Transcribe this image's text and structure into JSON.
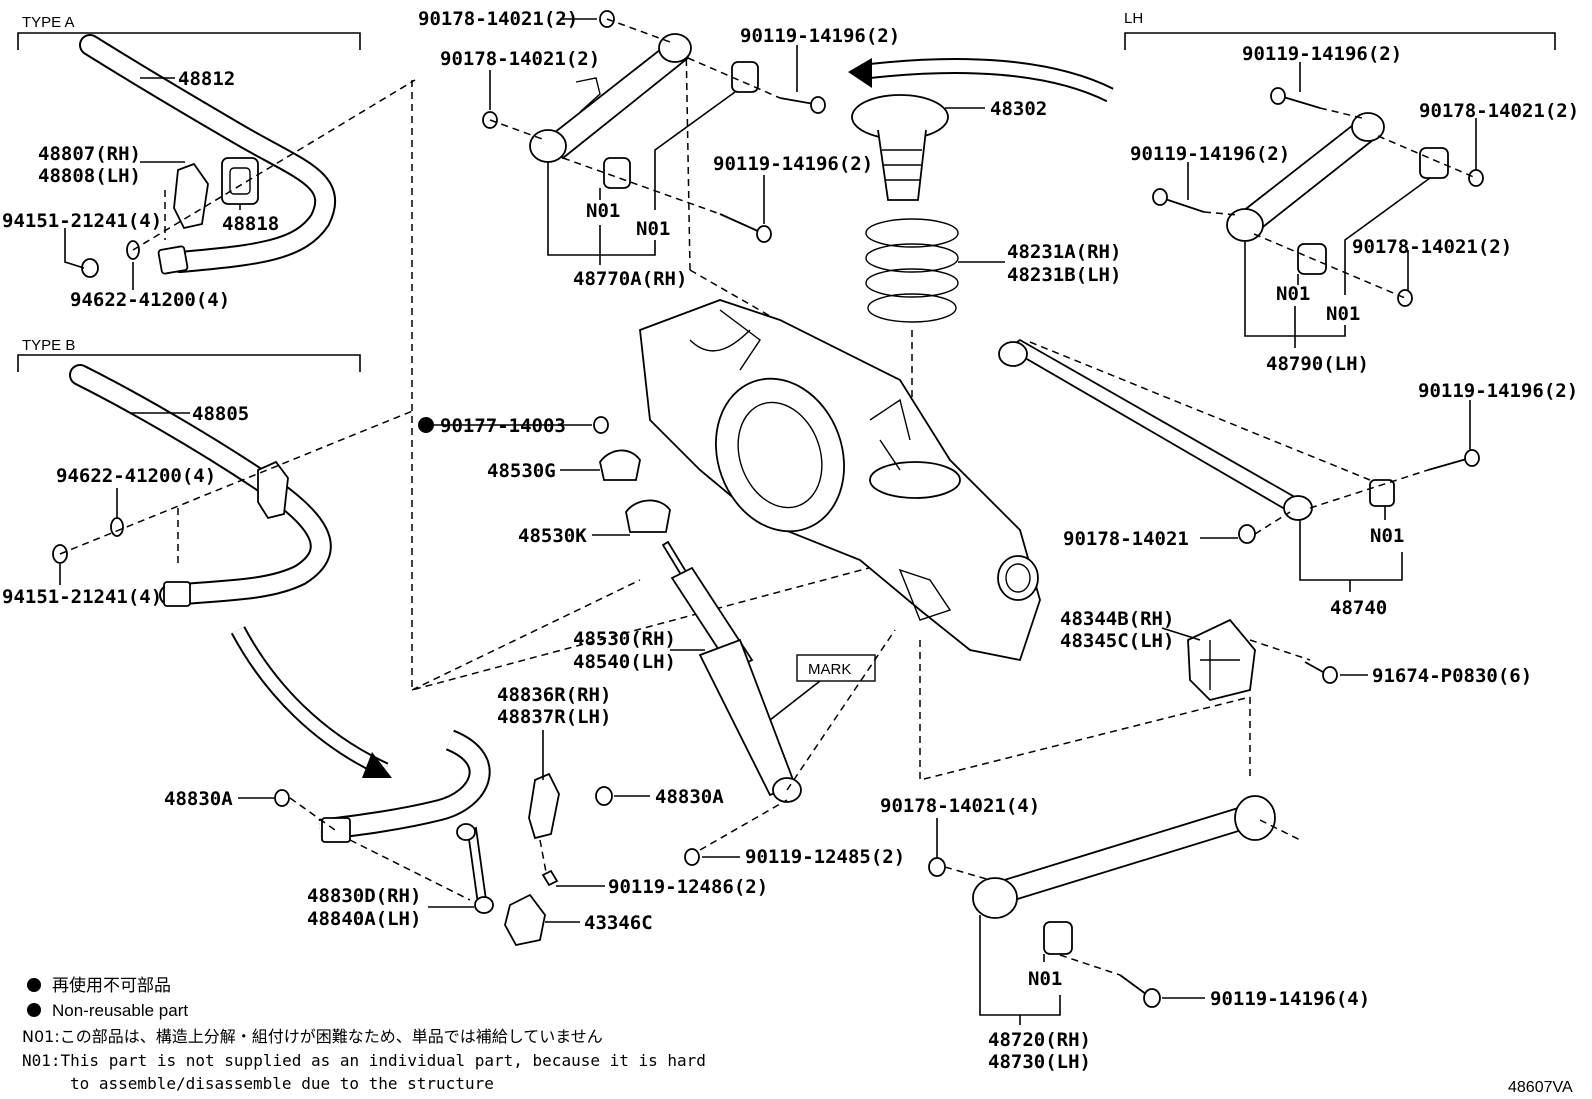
{
  "sections": {
    "type_a": "TYPE A",
    "type_b": "TYPE B",
    "lh": "LH"
  },
  "labels": {
    "p48812": "48812",
    "p48807": "48807(RH)",
    "p48808": "48808(LH)",
    "p48818": "48818",
    "p94151_a": "94151-21241(4)",
    "p94622_a": "94622-41200(4)",
    "p48805": "48805",
    "p94622_b": "94622-41200(4)",
    "p94151_b": "94151-21241(4)",
    "p90178_top1": "90178-14021(2)",
    "p90178_top2": "90178-14021(2)",
    "p90119_top1": "90119-14196(2)",
    "p90119_top2": "90119-14196(2)",
    "n01_a": "N01",
    "n01_b": "N01",
    "p48770a": "48770A(RH)",
    "p48302": "48302",
    "p48231a": "48231A(RH)",
    "p48231b": "48231B(LH)",
    "p90177": "90177-14003",
    "p48530g": "48530G",
    "p48530k": "48530K",
    "p48530": "48530(RH)",
    "p48540": "48540(LH)",
    "mark": "MARK",
    "p48836r": "48836R(RH)",
    "p48837r": "48837R(LH)",
    "p48830a_l": "48830A",
    "p48830a_r": "48830A",
    "p90119_12485": "90119-12485(2)",
    "p90119_12486": "90119-12486(2)",
    "p48830d": "48830D(RH)",
    "p48840a": "48840A(LH)",
    "p43346c": "43346C",
    "lh_90119_a": "90119-14196(2)",
    "lh_90178_a": "90178-14021(2)",
    "lh_90119_b": "90119-14196(2)",
    "lh_90178_b": "90178-14021(2)",
    "n01_c": "N01",
    "n01_d": "N01",
    "p48790": "48790(LH)",
    "lh_90119_c": "90119-14196(2)",
    "p90178_14021": "90178-14021",
    "n01_e": "N01",
    "p48740": "48740",
    "p48344b": "48344B(RH)",
    "p48345c": "48345C(LH)",
    "p91674": "91674-P0830(6)",
    "p90178_4": "90178-14021(4)",
    "n01_f": "N01",
    "p90119_4": "90119-14196(4)",
    "p48720": "48720(RH)",
    "p48730": "48730(LH)"
  },
  "legend": {
    "non_reusable_jp": "再使用不可部品",
    "non_reusable_en": "Non-reusable part",
    "n01_jp": "N01:この部品は、構造上分解・組付けが困難なため、単品では補給していません",
    "n01_en_1": "N01:This part is not supplied as an individual part, because it is hard",
    "n01_en_2": "to assemble/disassemble due to the structure"
  },
  "figure_id": "48607VA"
}
